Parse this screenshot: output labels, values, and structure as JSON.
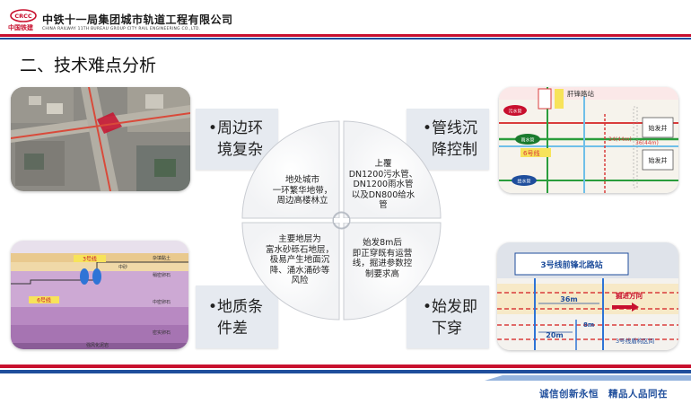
{
  "header": {
    "logo_text": "中国铁建",
    "company_cn": "中铁十一局集团城市轨道工程有限公司",
    "company_en": "CHINA RAILWAY 11TH BUREAU GROUP CITY RAIL ENGINEERING CO.,LTD."
  },
  "section_title": "二、技术难点分析",
  "challenges": [
    {
      "line1": "•周边环",
      "line2": "境复杂"
    },
    {
      "line1": "•管线沉",
      "line2": "降控制"
    },
    {
      "line1": "•地质条",
      "line2": "件差"
    },
    {
      "line1": "•始发即",
      "line2": "下穿"
    }
  ],
  "wheel": {
    "q1": [
      "地处城市",
      "一环繁华地带，",
      "周边高楼林立"
    ],
    "q2": [
      "上覆",
      "DN1200污水管、",
      "DN1200雨水管",
      "以及DN800给水",
      "管"
    ],
    "q3": [
      "主要地层为",
      "富水砂砾石地层，",
      "极易产生地面沉",
      "降、涌水涌砂等",
      "风险"
    ],
    "q4": [
      "始发8m后",
      "即正穿既有运营",
      "线，掘进参数控",
      "制要求高"
    ]
  },
  "map_top_right": {
    "road_label": "肝锋路站",
    "station_label": "6号线",
    "shaft1": "始发井",
    "shaft2": "始发井",
    "dim1": "34(44m)",
    "dim2": "36(44m)",
    "pipe1": "污水管",
    "pipe2": "雨水管",
    "pipe3": "给水管"
  },
  "geo_section": {
    "line3": "3号线",
    "line6": "6号线",
    "layer1": "杂填黏土",
    "layer2": "中砂",
    "layer3": "稍密卵石",
    "layer4": "中密卵石",
    "layer5": "密实卵石",
    "layer6": "强风化泥岩"
  },
  "plan_bottom_right": {
    "title": "3号线前锋北路站",
    "dim_36": "36m",
    "dim_20": "20m",
    "dim_8": "8m",
    "direction": "掘进方向",
    "tunnel": "3号线盾构区间"
  },
  "footer": {
    "slogan": "诚信创新永恒　精品人品同在"
  },
  "colors": {
    "brand_red": "#c8102e",
    "brand_blue": "#1f4e9c",
    "box_bg": "#e6eaf0"
  }
}
